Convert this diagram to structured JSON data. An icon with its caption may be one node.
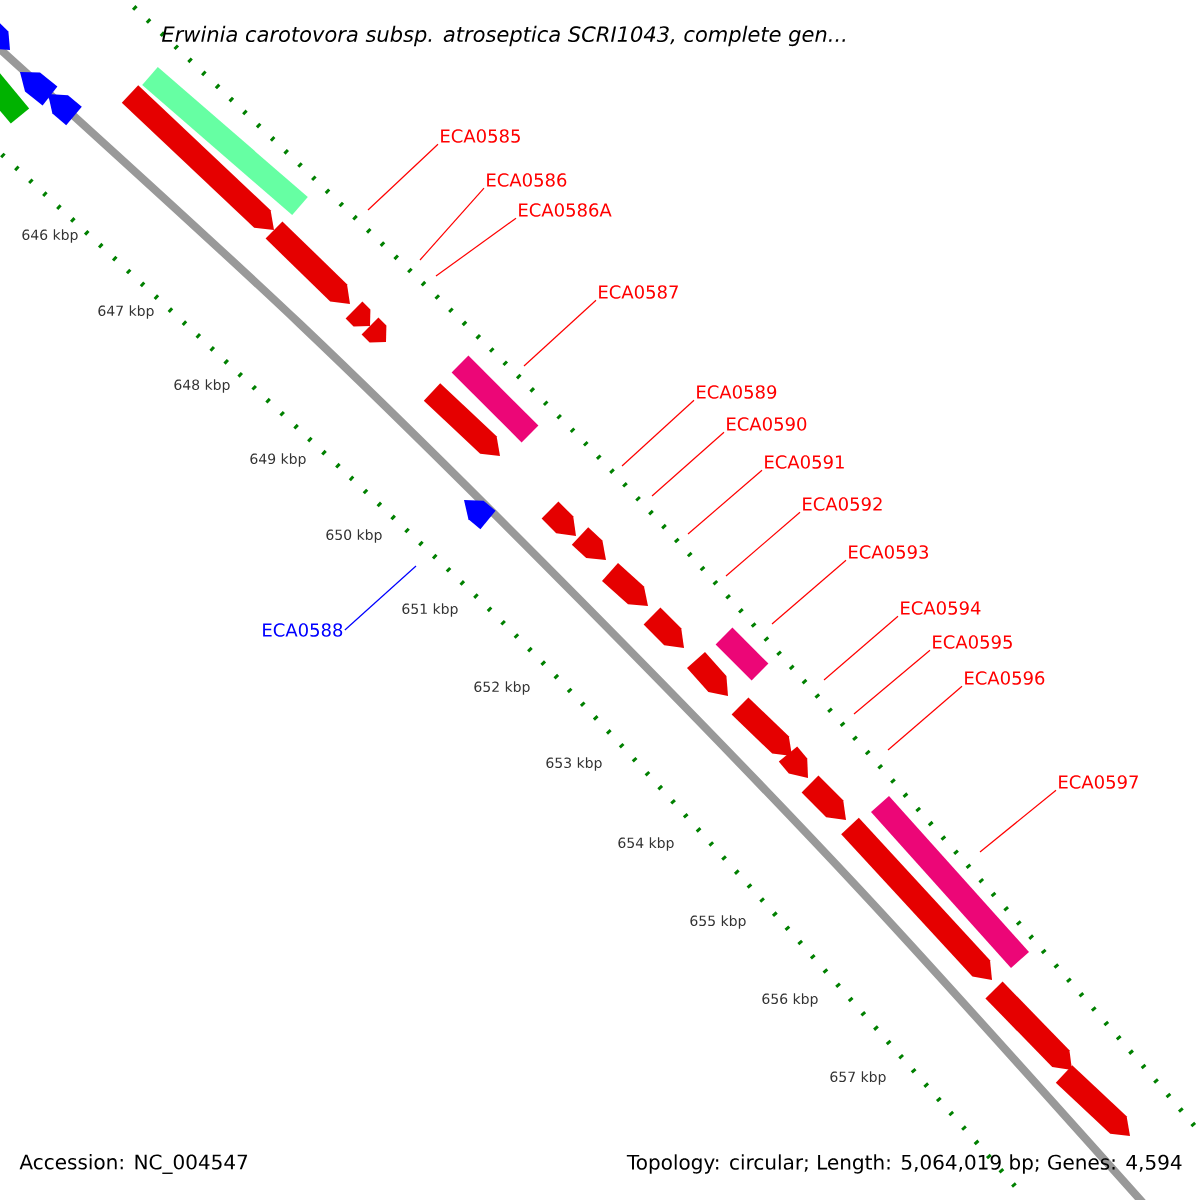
{
  "diagram": {
    "title": "Erwinia carotovora subsp. atroseptica SCRI1043, complete gen...",
    "nodes": [
      {
        "text": [
          "ECA0585"
        ]
      },
      {
        "text": [
          "ECA0586"
        ]
      },
      {
        "text": [
          "ECA0586A"
        ]
      },
      {
        "text": [
          "ECA0587"
        ]
      },
      {
        "text": [
          "ECA0588"
        ]
      },
      {
        "text": [
          "ECA0589"
        ]
      },
      {
        "text": [
          "ECA0590"
        ]
      },
      {
        "text": [
          "ECA0591"
        ]
      },
      {
        "text": [
          "ECA0592"
        ]
      },
      {
        "text": [
          "ECA0593"
        ]
      },
      {
        "text": [
          "ECA0594"
        ]
      },
      {
        "text": [
          "ECA0595"
        ]
      },
      {
        "text": [
          "ECA0596"
        ]
      },
      {
        "text": [
          "ECA0597"
        ]
      }
    ],
    "edges": [
      {
        "from": 0,
        "to": null,
        "arrow": "none"
      },
      {
        "from": 1,
        "to": null,
        "arrow": "none"
      },
      {
        "from": 2,
        "to": null,
        "arrow": "none"
      },
      {
        "from": 3,
        "to": null,
        "arrow": "none"
      },
      {
        "from": 4,
        "to": null,
        "arrow": "none",
        "color": "#0000ff"
      },
      {
        "from": 5,
        "to": null,
        "arrow": "none"
      },
      {
        "from": 6,
        "to": null,
        "arrow": "none"
      },
      {
        "from": 7,
        "to": null,
        "arrow": "none"
      },
      {
        "from": 8,
        "to": null,
        "arrow": "none"
      },
      {
        "from": 9,
        "to": null,
        "arrow": "none"
      },
      {
        "from": 10,
        "to": null,
        "arrow": "none"
      },
      {
        "from": 11,
        "to": null,
        "arrow": "none"
      },
      {
        "from": 12,
        "to": null,
        "arrow": "none"
      },
      {
        "from": 13,
        "to": null,
        "arrow": "none"
      }
    ],
    "labels": [
      "646 kbp",
      "647 kbp",
      "648 kbp",
      "649 kbp",
      "650 kbp",
      "651 kbp",
      "652 kbp",
      "653 kbp",
      "654 kbp",
      "655 kbp",
      "656 kbp",
      "657 kbp",
      "Accession: NC_004547",
      "Topology: circular; Length: 5,064,019 bp; Genes: 4,594"
    ]
  }
}
